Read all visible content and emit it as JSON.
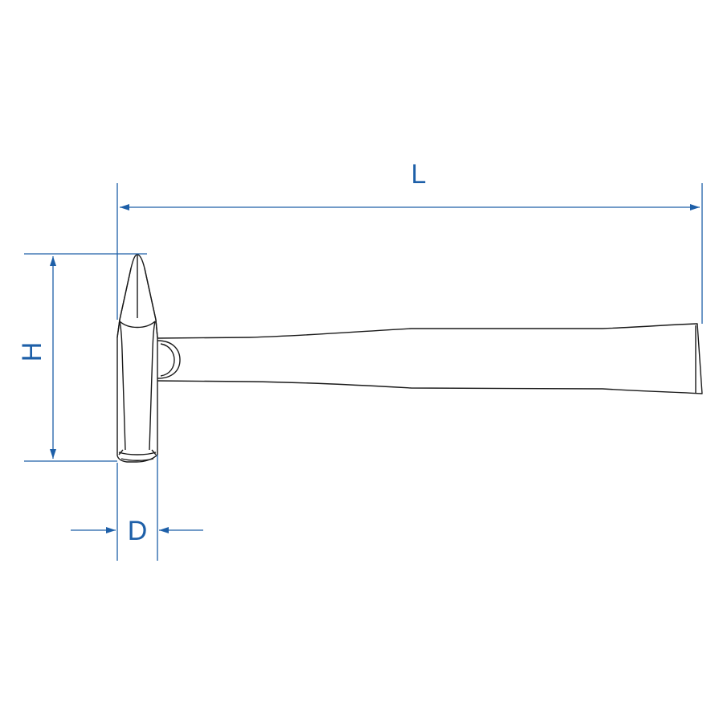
{
  "diagram": {
    "subject": "hammer",
    "dimensions": {
      "length_label": "L",
      "height_label": "H",
      "depth_label": "D"
    },
    "colors": {
      "dimension": "#1d5fa8",
      "outline": "#1a1a1a",
      "background": "#ffffff"
    }
  }
}
